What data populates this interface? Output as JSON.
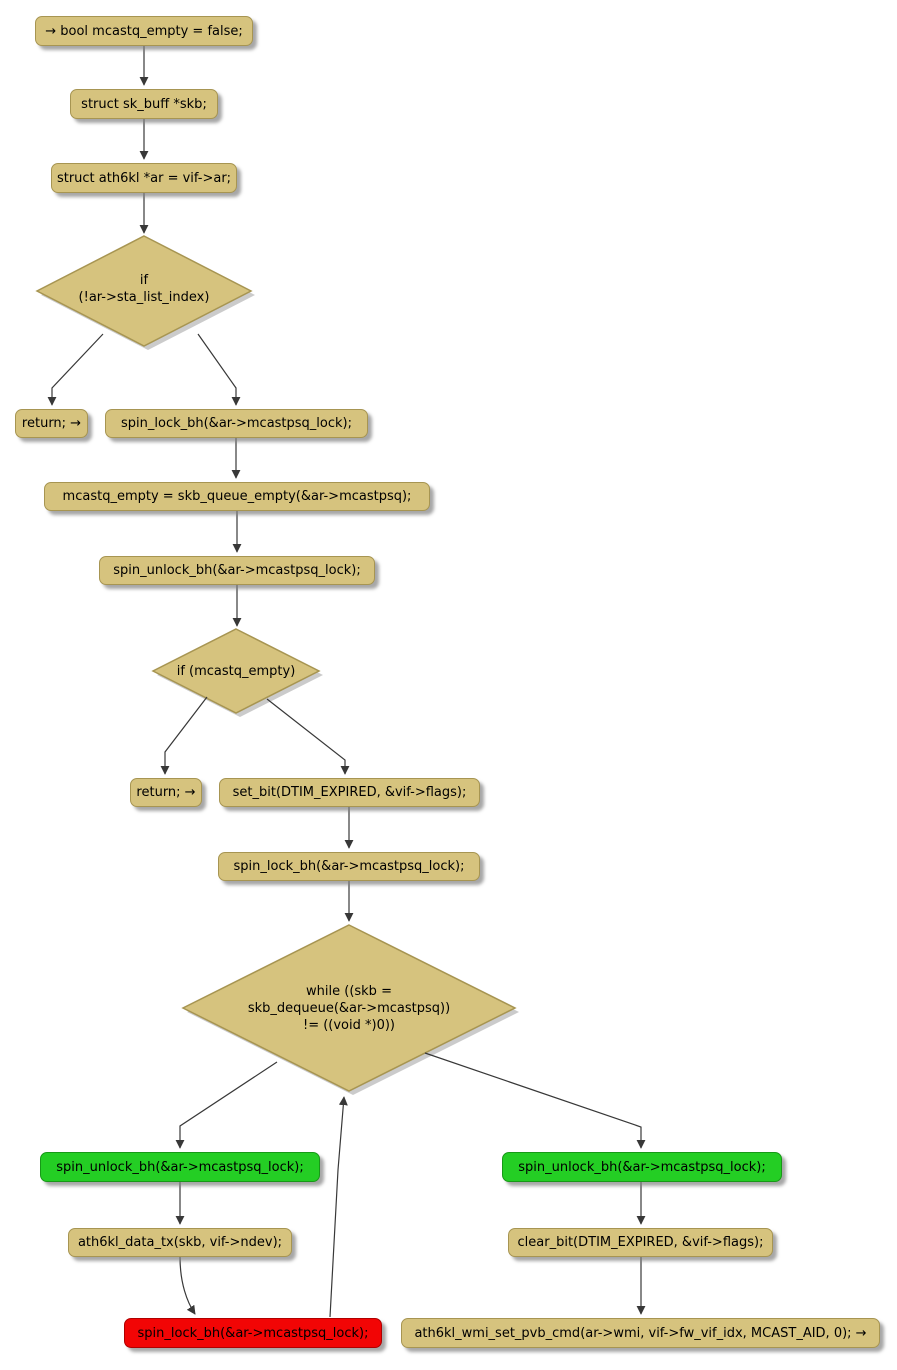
{
  "diagram": {
    "background": "#FFFFFF",
    "colors": {
      "node_fill": "#D6C37E",
      "node_border": "#A79552",
      "loop_body_highlight_fill": "#24CE24",
      "lock_highlight_fill": "#F20505",
      "arrow": "#383838",
      "shadow": "#8A8A8A"
    },
    "nodes": {
      "start": {
        "label": "→ bool mcastq_empty = false;"
      },
      "skb_decl": {
        "label": "struct sk_buff *skb;"
      },
      "ar_decl": {
        "label": "struct ath6kl *ar = vif->ar;"
      },
      "if_sta_list": {
        "label": "if\n(!ar->sta_list_index)"
      },
      "return_1": {
        "label": "return; →"
      },
      "spin_lock_1": {
        "label": "spin_lock_bh(&ar->mcastpsq_lock);"
      },
      "queue_empty": {
        "label": "mcastq_empty = skb_queue_empty(&ar->mcastpsq);"
      },
      "spin_unlock_1": {
        "label": "spin_unlock_bh(&ar->mcastpsq_lock);"
      },
      "if_mcastq_empty": {
        "label": "if (mcastq_empty)"
      },
      "return_2": {
        "label": "return; →"
      },
      "set_bit": {
        "label": "set_bit(DTIM_EXPIRED, &vif->flags);"
      },
      "spin_lock_2": {
        "label": "spin_lock_bh(&ar->mcastpsq_lock);"
      },
      "while_dequeue": {
        "label": "while ((skb =\nskb_dequeue(&ar->mcastpsq))\n!= ((void *)0))"
      },
      "spin_unlock_loop": {
        "label": "spin_unlock_bh(&ar->mcastpsq_lock);"
      },
      "data_tx": {
        "label": "ath6kl_data_tx(skb, vif->ndev);"
      },
      "spin_lock_loop": {
        "label": "spin_lock_bh(&ar->mcastpsq_lock);"
      },
      "spin_unlock_exit": {
        "label": "spin_unlock_bh(&ar->mcastpsq_lock);"
      },
      "clear_bit": {
        "label": "clear_bit(DTIM_EXPIRED, &vif->flags);"
      },
      "set_pvb_cmd": {
        "label": "ath6kl_wmi_set_pvb_cmd(ar->wmi, vif->fw_vif_idx, MCAST_AID, 0); →"
      }
    }
  }
}
